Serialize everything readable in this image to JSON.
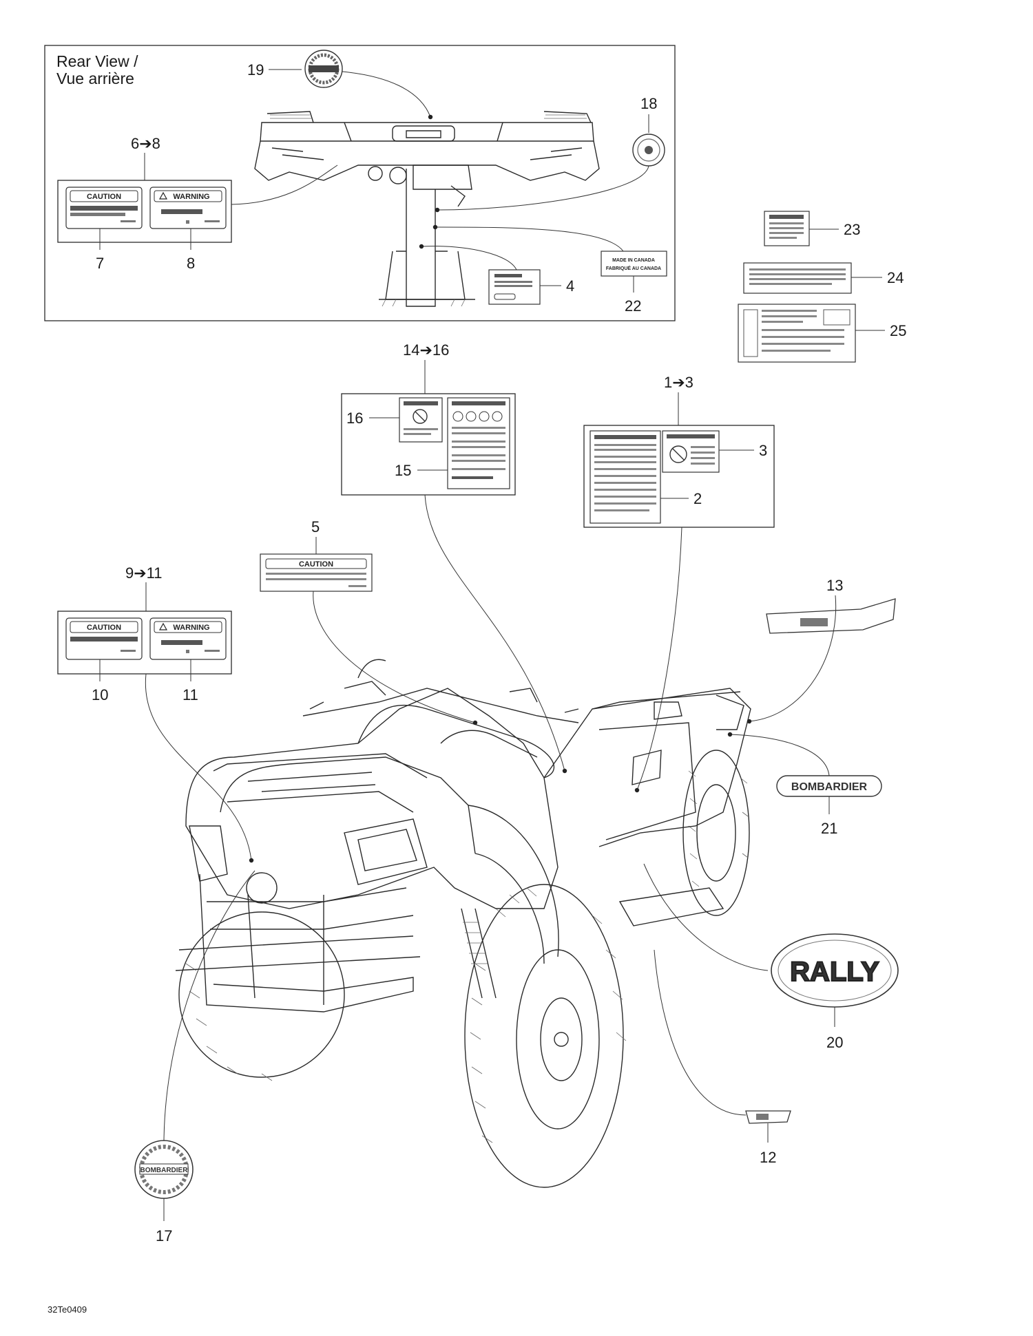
{
  "rear_view": {
    "title_en": "Rear View /",
    "title_fr": "Vue arrière"
  },
  "callouts": {
    "c1_3": "1➔3",
    "c2": "2",
    "c3": "3",
    "c4": "4",
    "c5": "5",
    "c6_8": "6➔8",
    "c7": "7",
    "c8": "8",
    "c9_11": "9➔11",
    "c10": "10",
    "c11": "11",
    "c12": "12",
    "c13": "13",
    "c14_16": "14➔16",
    "c15": "15",
    "c16": "16",
    "c17": "17",
    "c18": "18",
    "c19": "19",
    "c20": "20",
    "c21": "21",
    "c22": "22",
    "c23": "23",
    "c24": "24",
    "c25": "25"
  },
  "label_texts": {
    "caution": "CAUTION",
    "warning": "WARNING",
    "made_in_canada_en": "MADE IN CANADA",
    "made_in_canada_fr": "FABRIQUÉ AU CANADA",
    "brand": "BOMBARDIER",
    "rally": "RALLY"
  },
  "figure_code": "32Te0409"
}
